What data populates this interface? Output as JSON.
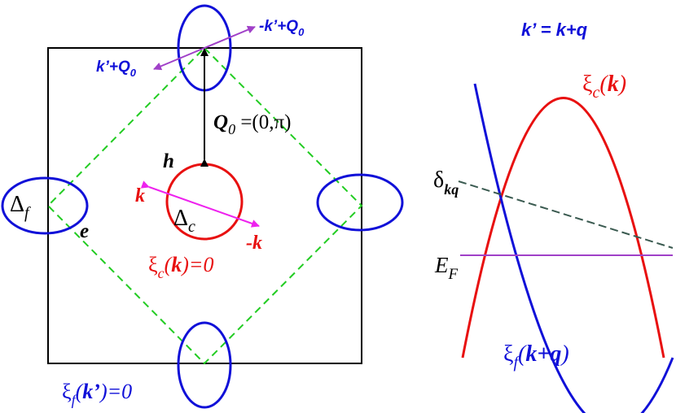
{
  "colors": {
    "blue": "#1010d8",
    "red": "#e81010",
    "green": "#22cc22",
    "magenta": "#9a22cc",
    "pink": "#ee22ee",
    "slate": "#3a5a50",
    "purple": "#a040c8",
    "black": "#000000"
  },
  "left_panel": {
    "vector_top_right": {
      "prefix": "-",
      "k": "k",
      "prime": "’",
      "plus": "+",
      "Q": "Q",
      "sub": "0"
    },
    "vector_top_left": {
      "k": "k",
      "prime": "’",
      "plus": "+",
      "Q": "Q",
      "sub": "0"
    },
    "q0_label": {
      "Q": "Q",
      "sub": "0",
      "value": " =(0,π)"
    },
    "h_label": "h",
    "e_label": "e",
    "k_label": "k",
    "neg_k_label": "-k",
    "delta_c": {
      "sym": "Δ",
      "sub": "c"
    },
    "delta_f": {
      "sym": "Δ",
      "sub": "f"
    },
    "xi_c_eq": {
      "xi": "ξ",
      "sub": "c",
      "open": "(",
      "k": "k",
      "close": ")=0"
    },
    "xi_f_eq": {
      "xi": "ξ",
      "sub": "f",
      "open": "(",
      "k": "k’",
      "close": ")=0"
    }
  },
  "right_panel": {
    "title": "k’ = k+q",
    "xi_c_k": {
      "xi": "ξ",
      "sub": "c",
      "open": "(",
      "k": "k",
      "close": ")"
    },
    "xi_f_kq": {
      "xi": "ξ",
      "sub": "f",
      "open": "(",
      "k": "k+q",
      "close": ")"
    },
    "delta_kq": {
      "sym": "δ",
      "sub": "kq"
    },
    "fermi": {
      "sym": "E",
      "sub": "F"
    }
  }
}
